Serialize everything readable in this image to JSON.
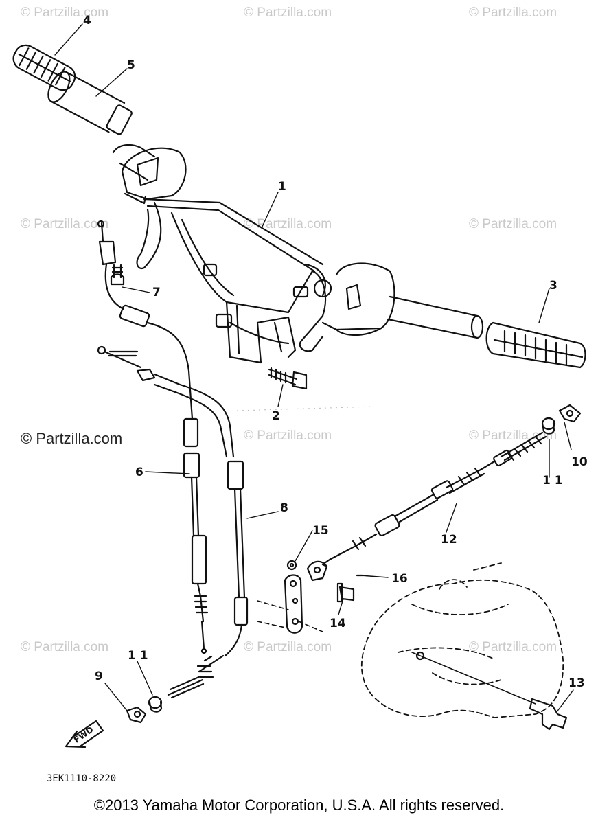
{
  "watermarks": {
    "text": "© Partzilla.com",
    "dark_text": "© Partzilla.com"
  },
  "labels": {
    "l1": "1",
    "l2": "2",
    "l3": "3",
    "l4": "4",
    "l5": "5",
    "l6": "6",
    "l7": "7",
    "l8": "8",
    "l9": "9",
    "l10": "10",
    "l11a": "1 1",
    "l11b": "1 1",
    "l12": "12",
    "l13": "13",
    "l14": "14",
    "l15": "15",
    "l16": "16"
  },
  "fwd_label": "FWD",
  "diagram_code": "3EK1110-8220",
  "copyright": "©2013 Yamaha Motor Corporation, U.S.A. All rights reserved.",
  "colors": {
    "line": "#111111",
    "watermark": "#c9c9c9"
  }
}
